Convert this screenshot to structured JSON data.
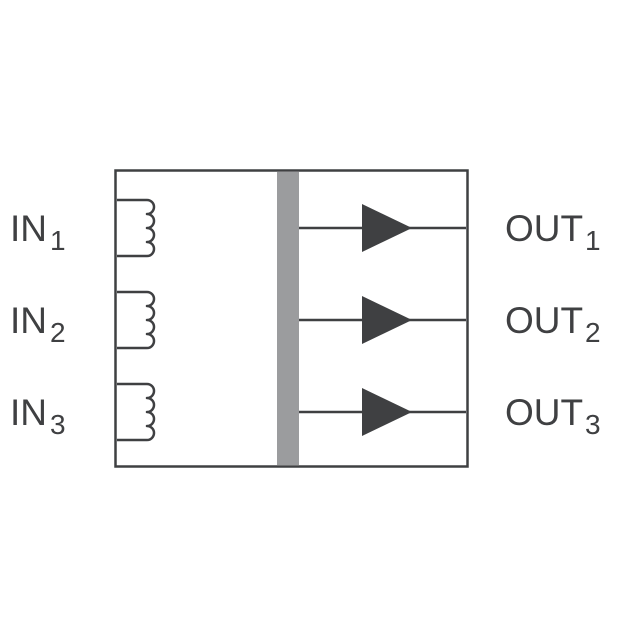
{
  "diagram": {
    "channels": [
      {
        "input": "IN",
        "input_sub": "1",
        "output": "OUT",
        "output_sub": "1"
      },
      {
        "input": "IN",
        "input_sub": "2",
        "output": "OUT",
        "output_sub": "2"
      },
      {
        "input": "IN",
        "input_sub": "3",
        "output": "OUT",
        "output_sub": "3"
      }
    ],
    "colors": {
      "line": "#3f4042",
      "barrier": "#9b9c9e",
      "text": "#3f4042",
      "background": "#ffffff"
    }
  }
}
